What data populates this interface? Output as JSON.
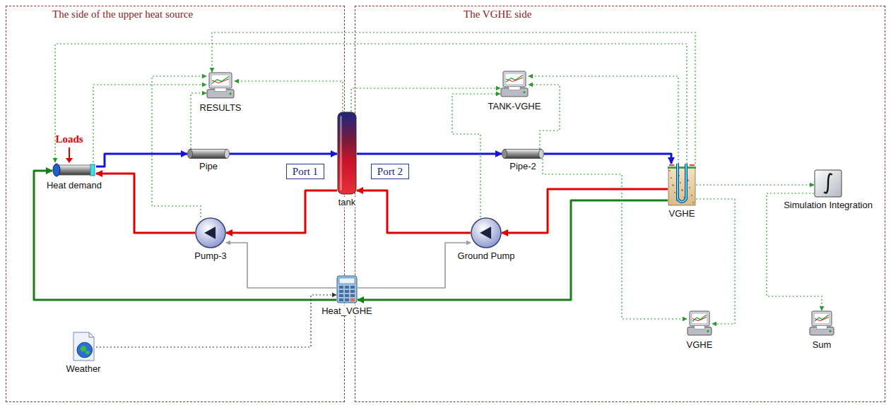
{
  "diagram": {
    "nodes": [
      {
        "text": [
          "The side of the upper heat source"
        ]
      },
      {
        "text": [
          "The VGHE side"
        ]
      },
      {
        "text": [
          "Heat demand"
        ],
        "in": 0
      },
      {
        "text": [
          "Pipe"
        ],
        "in": 0
      },
      {
        "text": [
          "RESULTS"
        ],
        "in": 0
      },
      {
        "text": [
          "Pump-3"
        ],
        "in": 0
      },
      {
        "text": [
          "Weather"
        ],
        "in": 0
      },
      {
        "text": [
          "Port 1"
        ],
        "in": 0
      },
      {
        "text": [
          "tank"
        ]
      },
      {
        "text": [
          "Heat_VGHE"
        ]
      },
      {
        "text": [
          "Port 2"
        ],
        "in": 1
      },
      {
        "text": [
          "TANK-VGHE"
        ],
        "in": 1
      },
      {
        "text": [
          "Pipe-2"
        ],
        "in": 1
      },
      {
        "text": [
          "Ground Pump"
        ],
        "in": 1
      },
      {
        "text": [
          "VGHE"
        ],
        "in": 1
      },
      {
        "text": [
          "Simulation Integration"
        ],
        "in": 1
      },
      {
        "text": [
          "VGHE"
        ],
        "in": 1
      },
      {
        "text": [
          "Sum"
        ],
        "in": 1
      }
    ],
    "edges": [
      {
        "from": 2,
        "to": 3,
        "arrow": "to"
      },
      {
        "from": 3,
        "to": 8,
        "arrow": "to"
      },
      {
        "from": 8,
        "to": 12,
        "arrow": "to"
      },
      {
        "from": 12,
        "to": 14,
        "arrow": "to"
      },
      {
        "from": 14,
        "to": 13,
        "arrow": "to"
      },
      {
        "from": 13,
        "to": 8,
        "arrow": "to"
      },
      {
        "from": 8,
        "to": 5,
        "arrow": "to"
      },
      {
        "from": 5,
        "to": 2,
        "arrow": "to"
      },
      {
        "from": 14,
        "to": 9,
        "arrow": "to"
      },
      {
        "from": 9,
        "to": 2,
        "arrow": "to"
      },
      {
        "from": 9,
        "to": 5,
        "arrow": "to"
      },
      {
        "from": 9,
        "to": 13,
        "arrow": "to"
      },
      {
        "from": 6,
        "to": 9,
        "arrow": "to"
      },
      {
        "from": 14,
        "to": 4,
        "arrow": "to"
      },
      {
        "from": 14,
        "to": 2,
        "arrow": "to"
      },
      {
        "from": 2,
        "to": 4,
        "arrow": "to"
      },
      {
        "from": 3,
        "to": 4,
        "arrow": "to"
      },
      {
        "from": 5,
        "to": 4,
        "arrow": "to"
      },
      {
        "from": 8,
        "to": 4,
        "arrow": "to"
      },
      {
        "from": 8,
        "to": 11,
        "arrow": "to"
      },
      {
        "from": 12,
        "to": 11,
        "arrow": "to"
      },
      {
        "from": 13,
        "to": 11,
        "arrow": "to"
      },
      {
        "from": 14,
        "to": 11,
        "arrow": "to"
      },
      {
        "from": 14,
        "to": 15,
        "arrow": "to"
      },
      {
        "from": 14,
        "to": 16,
        "arrow": "to"
      },
      {
        "from": 12,
        "to": 16,
        "arrow": "to"
      },
      {
        "from": 15,
        "to": 17,
        "arrow": "to"
      }
    ],
    "labels": [
      "Loads"
    ]
  }
}
